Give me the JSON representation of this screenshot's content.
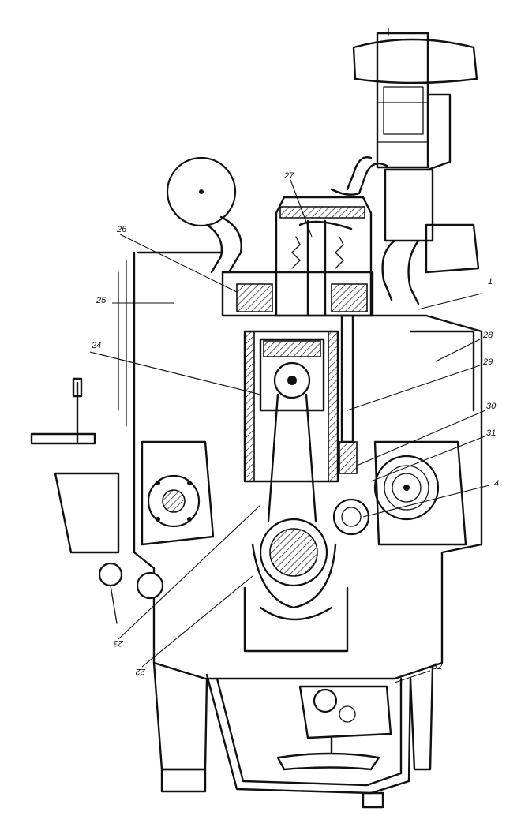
{
  "callouts": {
    "c27": "27",
    "c26": "26",
    "c25": "25",
    "c24": "24",
    "c1": "1",
    "c28": "28",
    "c29": "29",
    "c30": "30",
    "c31": "31",
    "c4": "4",
    "c23": "23",
    "c22": "22",
    "c32": "32"
  }
}
